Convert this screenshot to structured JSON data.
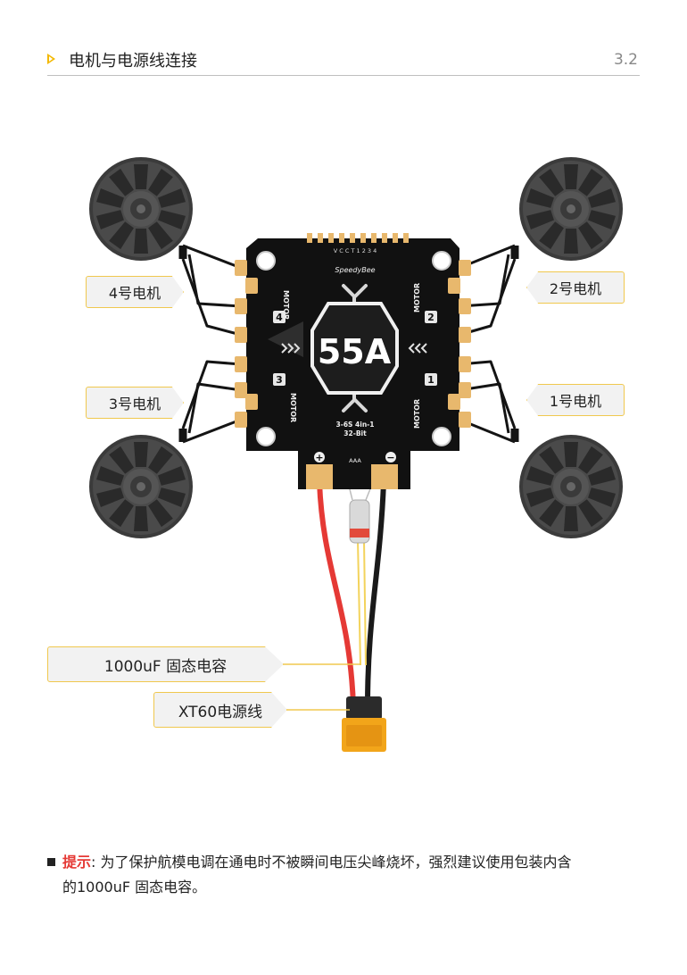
{
  "header": {
    "title": "电机与电源线连接",
    "section": "3.2"
  },
  "board": {
    "brand": "SpeedyBee",
    "rating": "55A",
    "spec_line1": "3-6S 4in-1",
    "spec_line2": "32-Bit",
    "motor_word": "MOTOR",
    "pad_label": "AAA",
    "pin_labels": "V C C T 1 2 3 4",
    "plus_sign": "+",
    "minus_sign": "−",
    "motor_numbers": [
      "4",
      "2",
      "3",
      "1"
    ]
  },
  "callouts": {
    "motor4": "4号电机",
    "motor2": "2号电机",
    "motor3": "3号电机",
    "motor1": "1号电机",
    "capacitor": "1000uF 固态电容",
    "power_cable": "XT60电源线"
  },
  "colors": {
    "accent": "#f3b800",
    "warning": "#e53935",
    "red_wire": "#e53935",
    "pad_gold": "#e8b86d"
  },
  "note": {
    "prefix": "提示",
    "line1": ": 为了保护航模电调在通电时不被瞬间电压尖峰烧坏，强烈建议使用包装内含",
    "line2": "的1000uF 固态电容。"
  }
}
